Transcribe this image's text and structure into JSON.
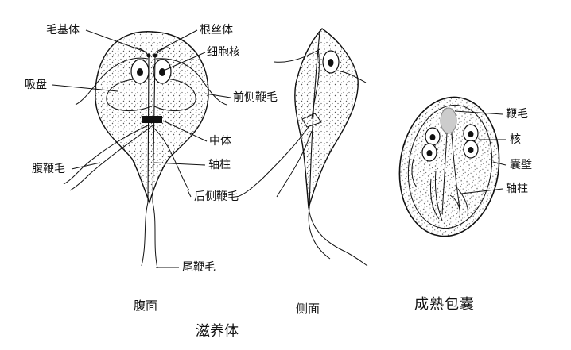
{
  "labels": {
    "basal_body": "毛基体",
    "rhizoplast": "根丝体",
    "nucleus_trophozoite": "细胞核",
    "sucking_disc": "吸盘",
    "anterior_flagellum": "前侧鞭毛",
    "median_body": "中体",
    "axostyle_trophozoite": "轴柱",
    "ventral_flagellum": "腹鞭毛",
    "posterior_flagellum": "后侧鞭毛",
    "caudal_flagellum": "尾鞭毛",
    "flagellum_cyst": "鞭毛",
    "nucleus_cyst": "核",
    "cyst_wall": "囊壁",
    "axostyle_cyst": "轴柱"
  },
  "captions": {
    "ventral_view": "腹面",
    "side_view": "侧面",
    "trophozoite": "滋养体",
    "mature_cyst": "成熟包囊"
  },
  "colors": {
    "ink": "#111111",
    "stipple": "#555555",
    "background": "#ffffff"
  }
}
